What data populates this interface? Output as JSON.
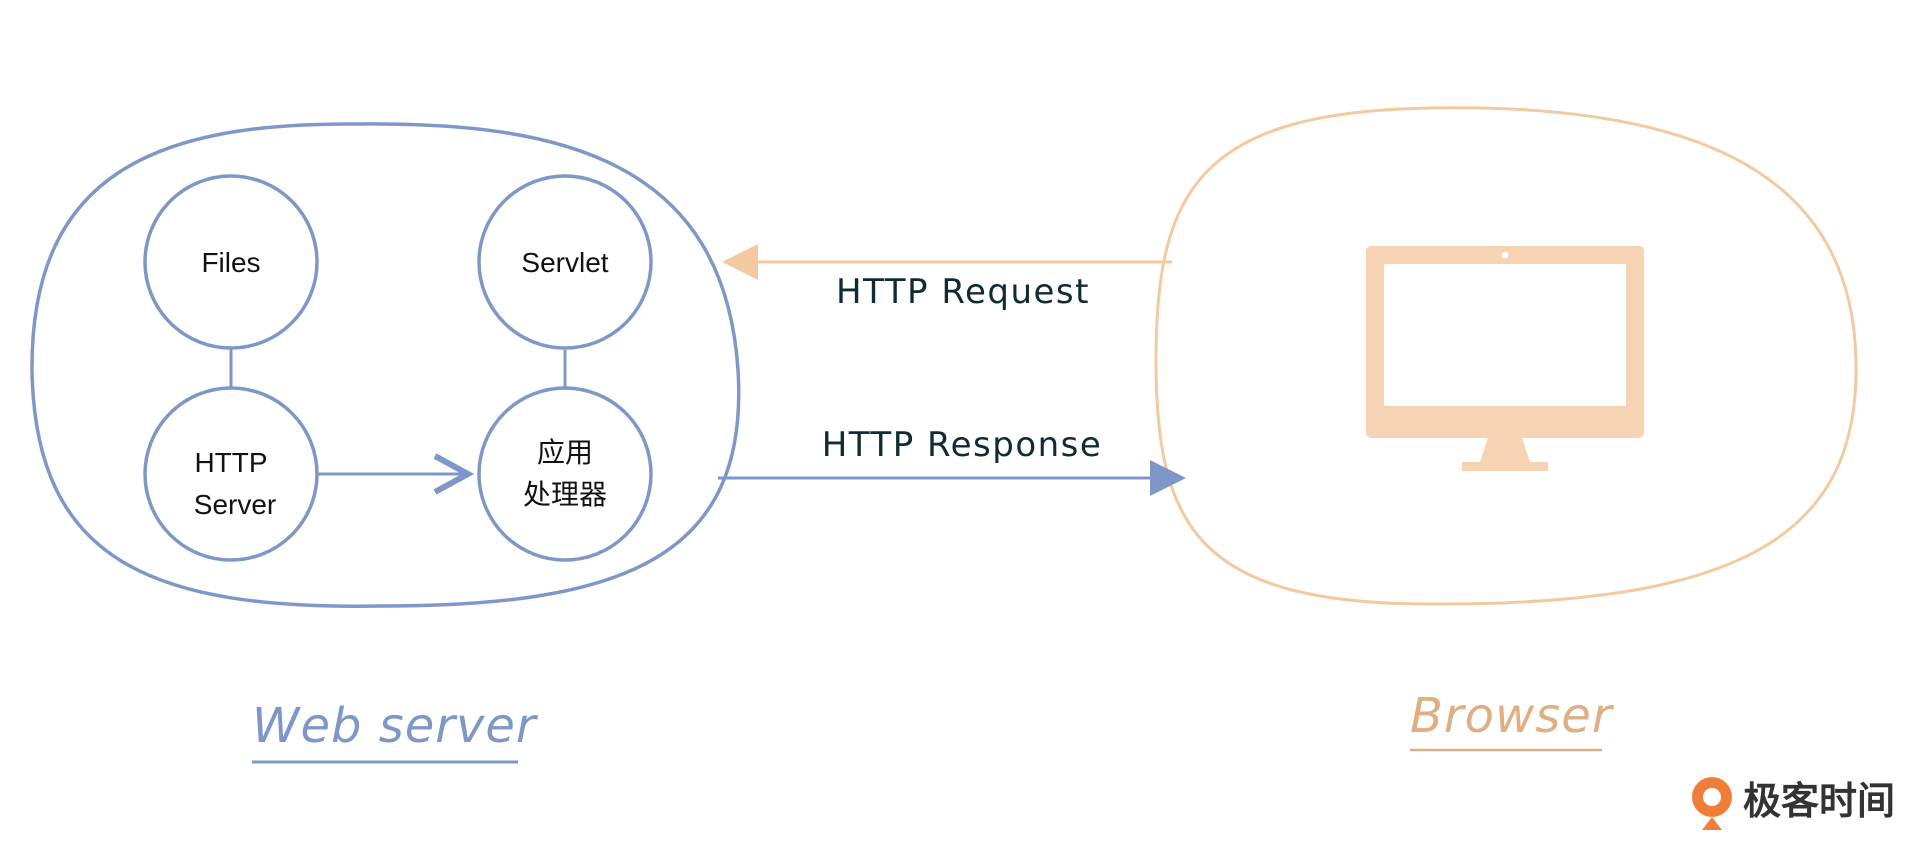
{
  "colors": {
    "server": "#7f97c8",
    "browser": "#f3c9a0",
    "monitor": "#f6d3b2",
    "browser_label": "#deaf82",
    "text_dark": "#0f2b33",
    "logo_orange": "#f07e3a"
  },
  "nodes": {
    "files": "Files",
    "servlet": "Servlet",
    "http_server_line1": "HTTP",
    "http_server_line2": "Server",
    "app_handler_line1": "应用",
    "app_handler_line2": "处理器"
  },
  "arrows": {
    "request": "HTTP  Request",
    "response": "HTTP  Response"
  },
  "groups": {
    "web_server": "Web server",
    "browser": "Browser"
  },
  "icons": {
    "monitor": "monitor-icon",
    "logo": "geektime-logo-icon"
  },
  "logo": {
    "text": "极客时间"
  }
}
